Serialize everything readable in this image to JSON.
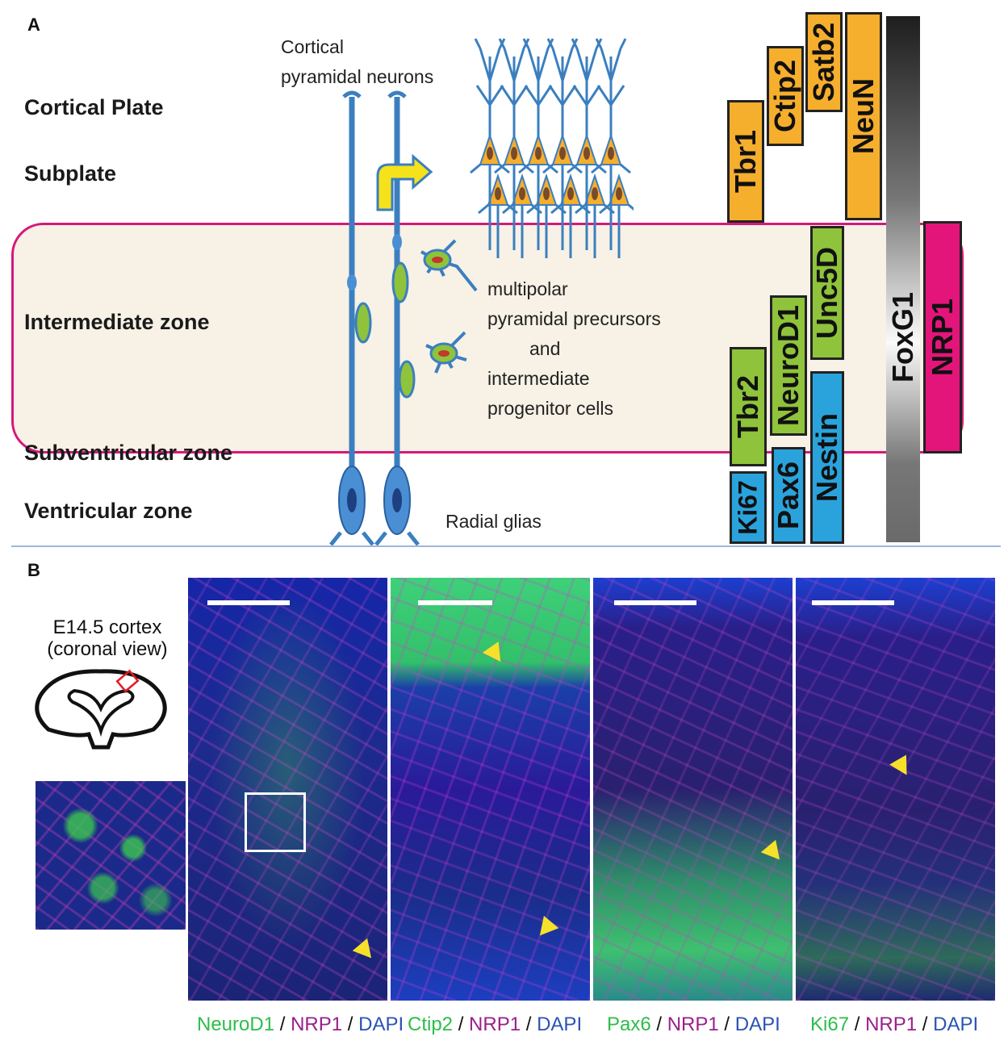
{
  "panel_a": {
    "label": "A",
    "zones": {
      "cortical_plate": "Cortical Plate",
      "subplate": "Subplate",
      "intermediate": "Intermediate zone",
      "subventricular": "Subventricular zone",
      "ventricular": "Ventricular zone"
    },
    "annotations": {
      "cortical_line1": "Cortical",
      "cortical_line2": "pyramidal neurons",
      "precursor_line1": "multipolar",
      "precursor_line2": "pyramidal precursors",
      "precursor_line3": "and",
      "precursor_line4": "intermediate",
      "precursor_line5": "progenitor cells",
      "radial_glias": "Radial glias"
    },
    "markers": {
      "tbr1": "Tbr1",
      "ctip2": "Ctip2",
      "satb2": "Satb2",
      "neun": "NeuN",
      "foxg1": "FoxG1",
      "nrp1": "NRP1",
      "unc5d": "Unc5D",
      "neurod1": "NeuroD1",
      "tbr2": "Tbr2",
      "nestin": "Nestin",
      "pax6": "Pax6",
      "ki67": "Ki67"
    },
    "colors": {
      "upper_layer_marker": "#f6ae2d",
      "intermediate_marker": "#8fc33b",
      "progenitor_marker": "#2aa3dc",
      "nrp1": "#e4157a",
      "zone_band": "#f7f1e6",
      "zone_border": "#d6187a"
    }
  },
  "panel_b": {
    "label": "B",
    "schematic_line1": "E14.5 cortex",
    "schematic_line2": "(coronal view)",
    "captions": [
      {
        "green": "NeuroD1",
        "sep1": " / ",
        "magenta": "NRP1",
        "sep2": " / ",
        "blue": "DAPI"
      },
      {
        "green": "Ctip2",
        "sep1": " / ",
        "magenta": "NRP1",
        "sep2": " / ",
        "blue": "DAPI"
      },
      {
        "green": "Pax6",
        "sep1": " / ",
        "magenta": "NRP1",
        "sep2": " / ",
        "blue": "DAPI"
      },
      {
        "green": "Ki67",
        "sep1": " / ",
        "magenta": "NRP1",
        "sep2": " / ",
        "blue": "DAPI"
      }
    ],
    "colors": {
      "green": "#2dbd4a",
      "magenta": "#9a1f8b",
      "blue": "#2b53b4",
      "arrowhead": "#f5e12a"
    }
  }
}
